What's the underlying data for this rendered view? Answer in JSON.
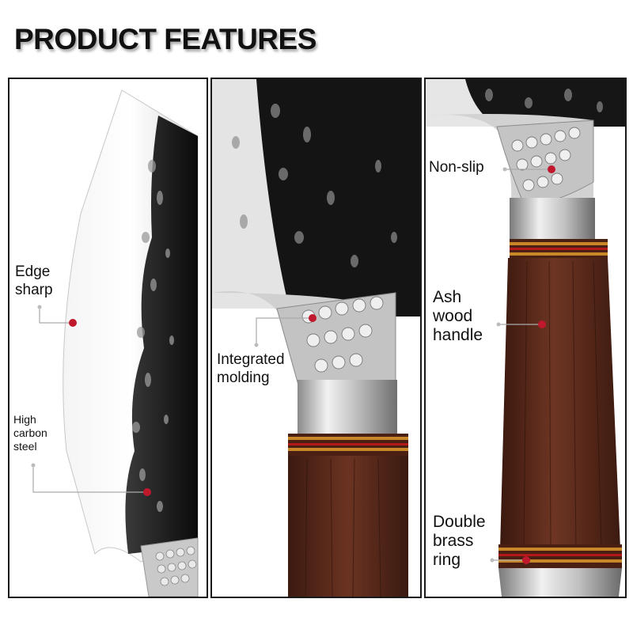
{
  "header": {
    "title": "PRODUCT FEATURES"
  },
  "panels": [
    {
      "labels": [
        {
          "text": "Edge\nsharp"
        },
        {
          "text": "High\ncarbon\nsteel"
        }
      ]
    },
    {
      "labels": [
        {
          "text": "Integrated\nmolding"
        }
      ]
    },
    {
      "labels": [
        {
          "text": "Non-slip"
        },
        {
          "text": "Ash\nwood\nhandle"
        },
        {
          "text": "Double\nbrass\nring"
        }
      ]
    }
  ],
  "colors": {
    "marker": "#c0182c",
    "blade_black": "#121212",
    "wood": "#5a2a1c",
    "brass": "#c8882a",
    "ring_red": "#b21a1a"
  }
}
